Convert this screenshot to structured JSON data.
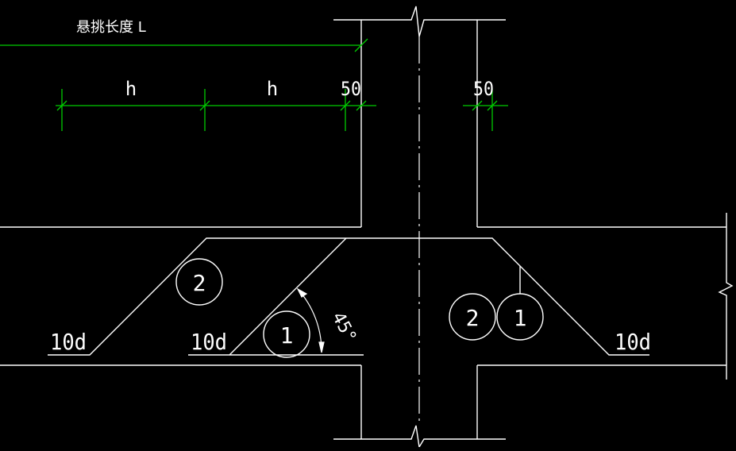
{
  "colors": {
    "background": "#000000",
    "structure": "#ffffff",
    "dimension": "#00cc00",
    "text": "#ffffff"
  },
  "labels": {
    "cantilever_length": "悬挑长度 L",
    "h_left": "h",
    "h_right": "h",
    "dim_50_left": "50",
    "dim_50_right": "50",
    "anchor_left_outer": "10d",
    "anchor_left_inner": "10d",
    "anchor_right": "10d",
    "angle": "45°",
    "bar_2_left": "2",
    "bar_1_center": "1",
    "bar_2_right": "2",
    "bar_1_right": "1"
  }
}
